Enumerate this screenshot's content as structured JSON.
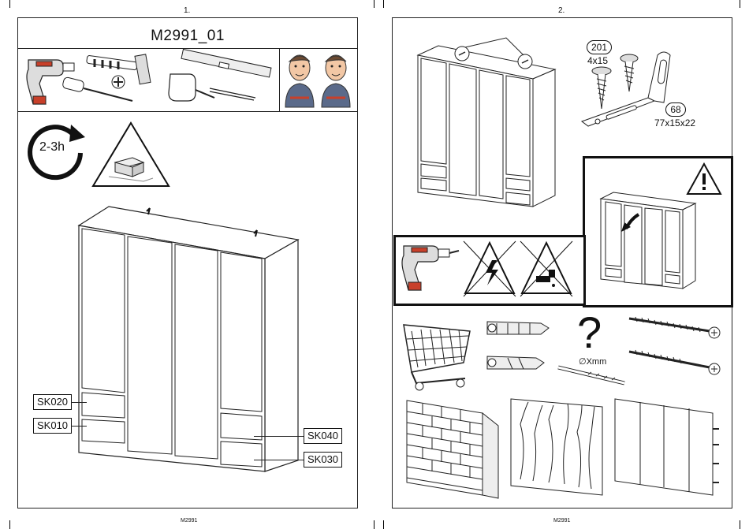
{
  "pages": [
    {
      "number": "1.",
      "title": "M2991_01",
      "time_estimate": "2-3h",
      "footer": "M2991",
      "part_labels": [
        "SK020",
        "SK010",
        "SK040",
        "SK030"
      ],
      "tool_icons": [
        "drill-icon",
        "hammer-icon",
        "phillips-screwdriver-icon",
        "spirit-level-icon",
        "tape-measure-icon",
        "two-person-assembly-icon"
      ]
    },
    {
      "number": "2.",
      "footer": "M2991",
      "parts": [
        {
          "qty": "201",
          "size": "4x15"
        },
        {
          "qty": "68",
          "size": "77x15x22"
        }
      ],
      "diameter_label": "∅Xmm",
      "question_mark": "?"
    }
  ]
}
